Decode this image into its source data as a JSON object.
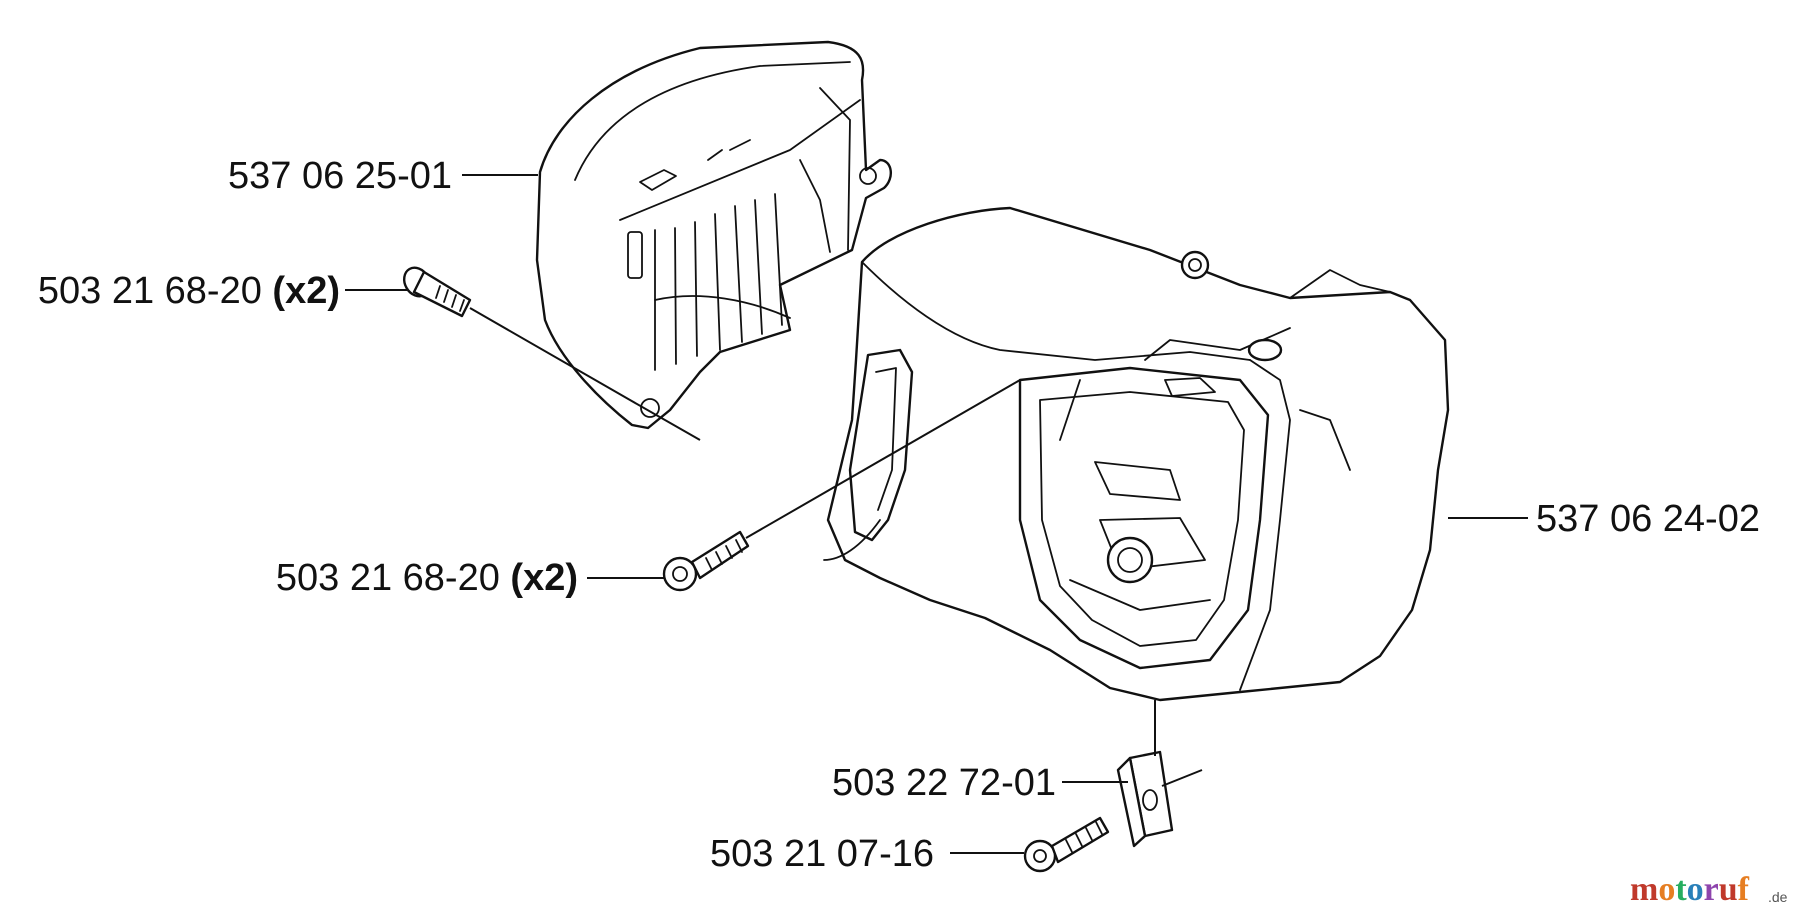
{
  "parts": [
    {
      "id": "p1",
      "number": "537 06 25-01",
      "qty": ""
    },
    {
      "id": "p2",
      "number": "503 21 68-20",
      "qty": "(x2)"
    },
    {
      "id": "p3",
      "number": "503 21 68-20",
      "qty": "(x2)"
    },
    {
      "id": "p4",
      "number": "537 06 24-02",
      "qty": ""
    },
    {
      "id": "p5",
      "number": "503 22 72-01",
      "qty": ""
    },
    {
      "id": "p6",
      "number": "503 21 07-16",
      "qty": ""
    }
  ],
  "watermark": {
    "letters": [
      "m",
      "o",
      "t",
      "o",
      "r",
      "u",
      "f"
    ],
    "colors": [
      "#c0392b",
      "#e67e22",
      "#27ae60",
      "#2980b9",
      "#8e44ad",
      "#c0392b",
      "#e67e22"
    ],
    "suffix": ".de"
  }
}
